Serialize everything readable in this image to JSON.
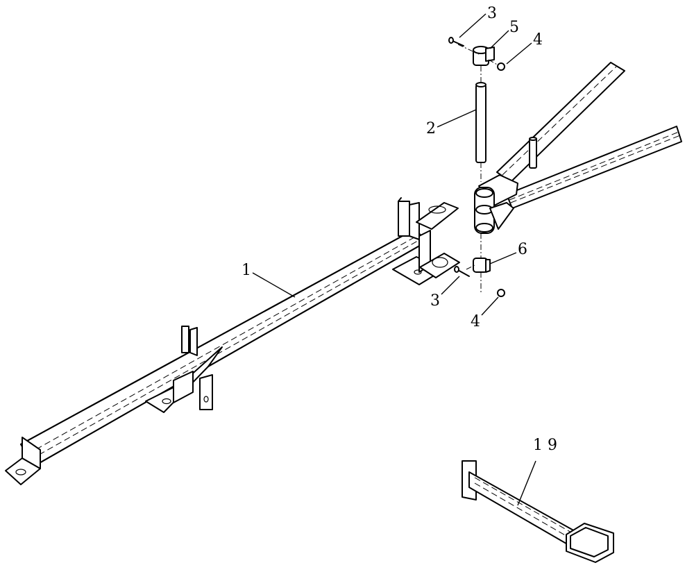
{
  "callouts": {
    "c1": "1",
    "c2": "2",
    "c3a": "3",
    "c3b": "3",
    "c4a": "4",
    "c4b": "4",
    "c5": "5",
    "c6": "6",
    "c19": "1 9"
  }
}
